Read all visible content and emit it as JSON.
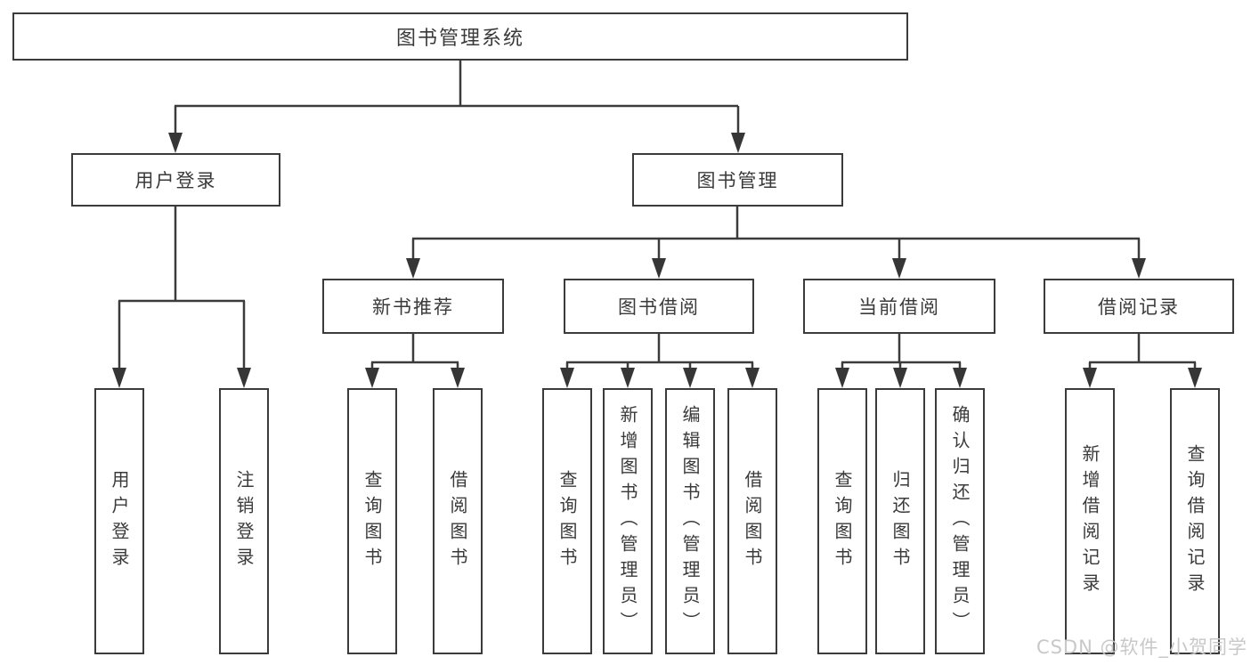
{
  "title": "图书管理系统",
  "watermark": "CSDN @软件_小贺同学",
  "colors": {
    "line": "#3b3b3b",
    "box_border": "#3b3b3b",
    "text": "#3a3a3a",
    "box_background": "#ffffff",
    "page_background": "#ffffff",
    "watermark": "#c8c8c8"
  },
  "diagram_type": "hierarchy-tree",
  "tree": {
    "label": "图书管理系统",
    "children": [
      {
        "label": "用户登录",
        "children": [
          {
            "label": "用户登录"
          },
          {
            "label": "注销登录"
          }
        ]
      },
      {
        "label": "图书管理",
        "children": [
          {
            "label": "新书推荐",
            "children": [
              {
                "label": "查询图书"
              },
              {
                "label": "借阅图书"
              }
            ]
          },
          {
            "label": "图书借阅",
            "children": [
              {
                "label": "查询图书"
              },
              {
                "label": "新增图书（管理员）"
              },
              {
                "label": "编辑图书（管理员）"
              },
              {
                "label": "借阅图书"
              }
            ]
          },
          {
            "label": "当前借阅",
            "children": [
              {
                "label": "查询图书"
              },
              {
                "label": "归还图书"
              },
              {
                "label": "确认归还（管理员）"
              }
            ]
          },
          {
            "label": "借阅记录",
            "children": [
              {
                "label": "新增借阅记录"
              },
              {
                "label": "查询借阅记录"
              }
            ]
          }
        ]
      }
    ]
  }
}
